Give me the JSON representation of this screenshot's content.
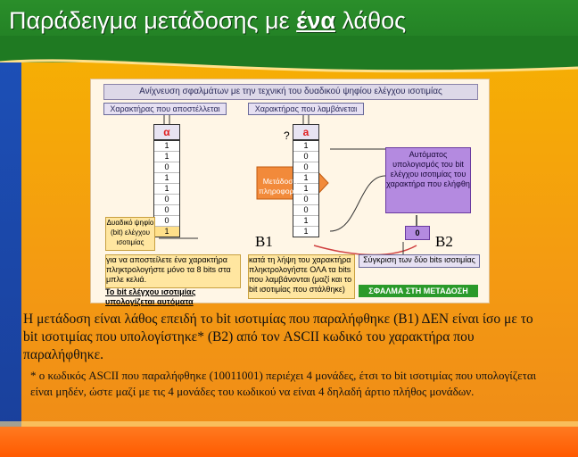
{
  "slide": {
    "title_prefix": "Παράδειγμα μετάδοσης με ",
    "title_emph": "ένα",
    "title_suffix": " λάθος"
  },
  "figure": {
    "heading": "Ανίχνευση σφαλμάτων με την τεχνική του δυαδικού ψηφίου ελέγχου ισοτιμίας",
    "sent_label": "Χαρακτήρας που αποστέλλεται",
    "received_label": "Χαρακτήρας που λαμβάνεται",
    "sent_char": "α",
    "received_char": "a",
    "question_mark": "?",
    "sent_bits": [
      "1",
      "1",
      "0",
      "1",
      "1",
      "0",
      "0",
      "0"
    ],
    "sent_parity": "1",
    "received_bits": [
      "1",
      "0",
      "0",
      "1",
      "1",
      "0",
      "0",
      "1"
    ],
    "received_parity": "1",
    "transfer_label": "Μετάδοση πληροφορίας",
    "parity_bit_label": "Δυαδικό ψηφίο (bit) ελέγχου ισοτιμίας",
    "auto_calc_label": "Αυτόματος υπολογισμός του bit ελέγχου ισοτιμίας του χαρακτήρα που ελήφθη",
    "auto_calc_value": "0",
    "sent_note_1": "για να αποστείλετε ένα χαρακτήρα πληκτρολογήστε μόνο τα 8 bits στα μπλε κελιά.",
    "sent_note_2": "Το bit ελέγχου ισοτιμίας υπολογίζεται αυτόματα",
    "received_note": "κατά τη λήψη του χαρακτήρα πληκτρολογήστε ΟΛΑ τα bits που λαμβάνονται (μαζί και το bit ισοτιμίας που στάλθηκε)",
    "compare_label": "Σύγκριση των δύο bits ισοτιμίας",
    "error_label": "ΣΦΑΛΜΑ ΣΤΗ ΜΕΤΑΔΟΣΗ",
    "b1": "B1",
    "b2": "B2"
  },
  "body": {
    "para": "Η μετάδοση είναι λάθος επειδή το bit ισοτιμίας που παραλήφθηκε (B1) ΔΕΝ είναι ίσο με το bit ισοτιμίας που υπολογίστηκε* (B2) από τον ASCII κωδικό του χαρακτήρα που παραλήφθηκε.",
    "note": "* ο κωδικός ASCII που παραλήφθηκε (10011001) περιέχει 4 μονάδες, έτσι το bit ισοτιμίας που υπολογίζεται είναι μηδέν, ώστε μαζί με τις 4 μονάδες του κωδικού να είναι 4 δηλαδή άρτιο πλήθος μονάδων."
  }
}
